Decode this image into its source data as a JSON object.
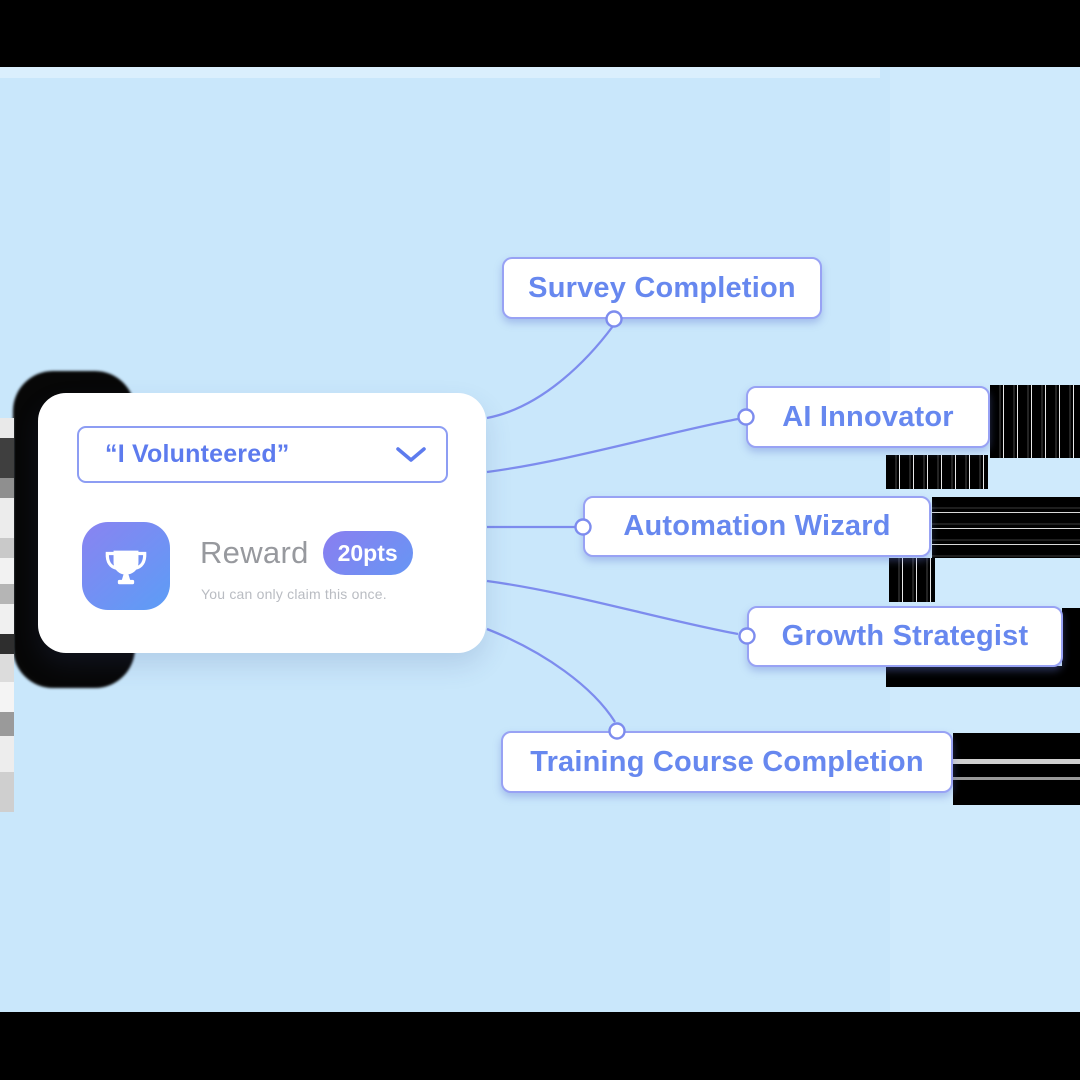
{
  "diagram": {
    "card": {
      "dropdown_value": "“I Volunteered”",
      "reward_label": "Reward",
      "points": "20pts",
      "claim_note": "You can only claim this once."
    },
    "nodes": [
      {
        "label": "Survey Completion"
      },
      {
        "label": "AI Innovator"
      },
      {
        "label": "Automation Wizard"
      },
      {
        "label": "Growth Strategist"
      },
      {
        "label": "Training Course Completion"
      }
    ],
    "icons": {
      "trophy": "trophy-icon",
      "chevron_down": "chevron-down-icon"
    },
    "colors": {
      "background": "#C9E7FB",
      "node_text": "#6788EF",
      "node_border": "#98A2F4",
      "connector_line": "#7D8CEE",
      "dropdown_text": "#5D7BEE",
      "tile_gradient_start": "#8A83F1",
      "tile_gradient_end": "#5C9DF6",
      "reward_text": "#97999E",
      "claim_text": "#B9BCC2",
      "frame_bars": "#000000"
    }
  }
}
